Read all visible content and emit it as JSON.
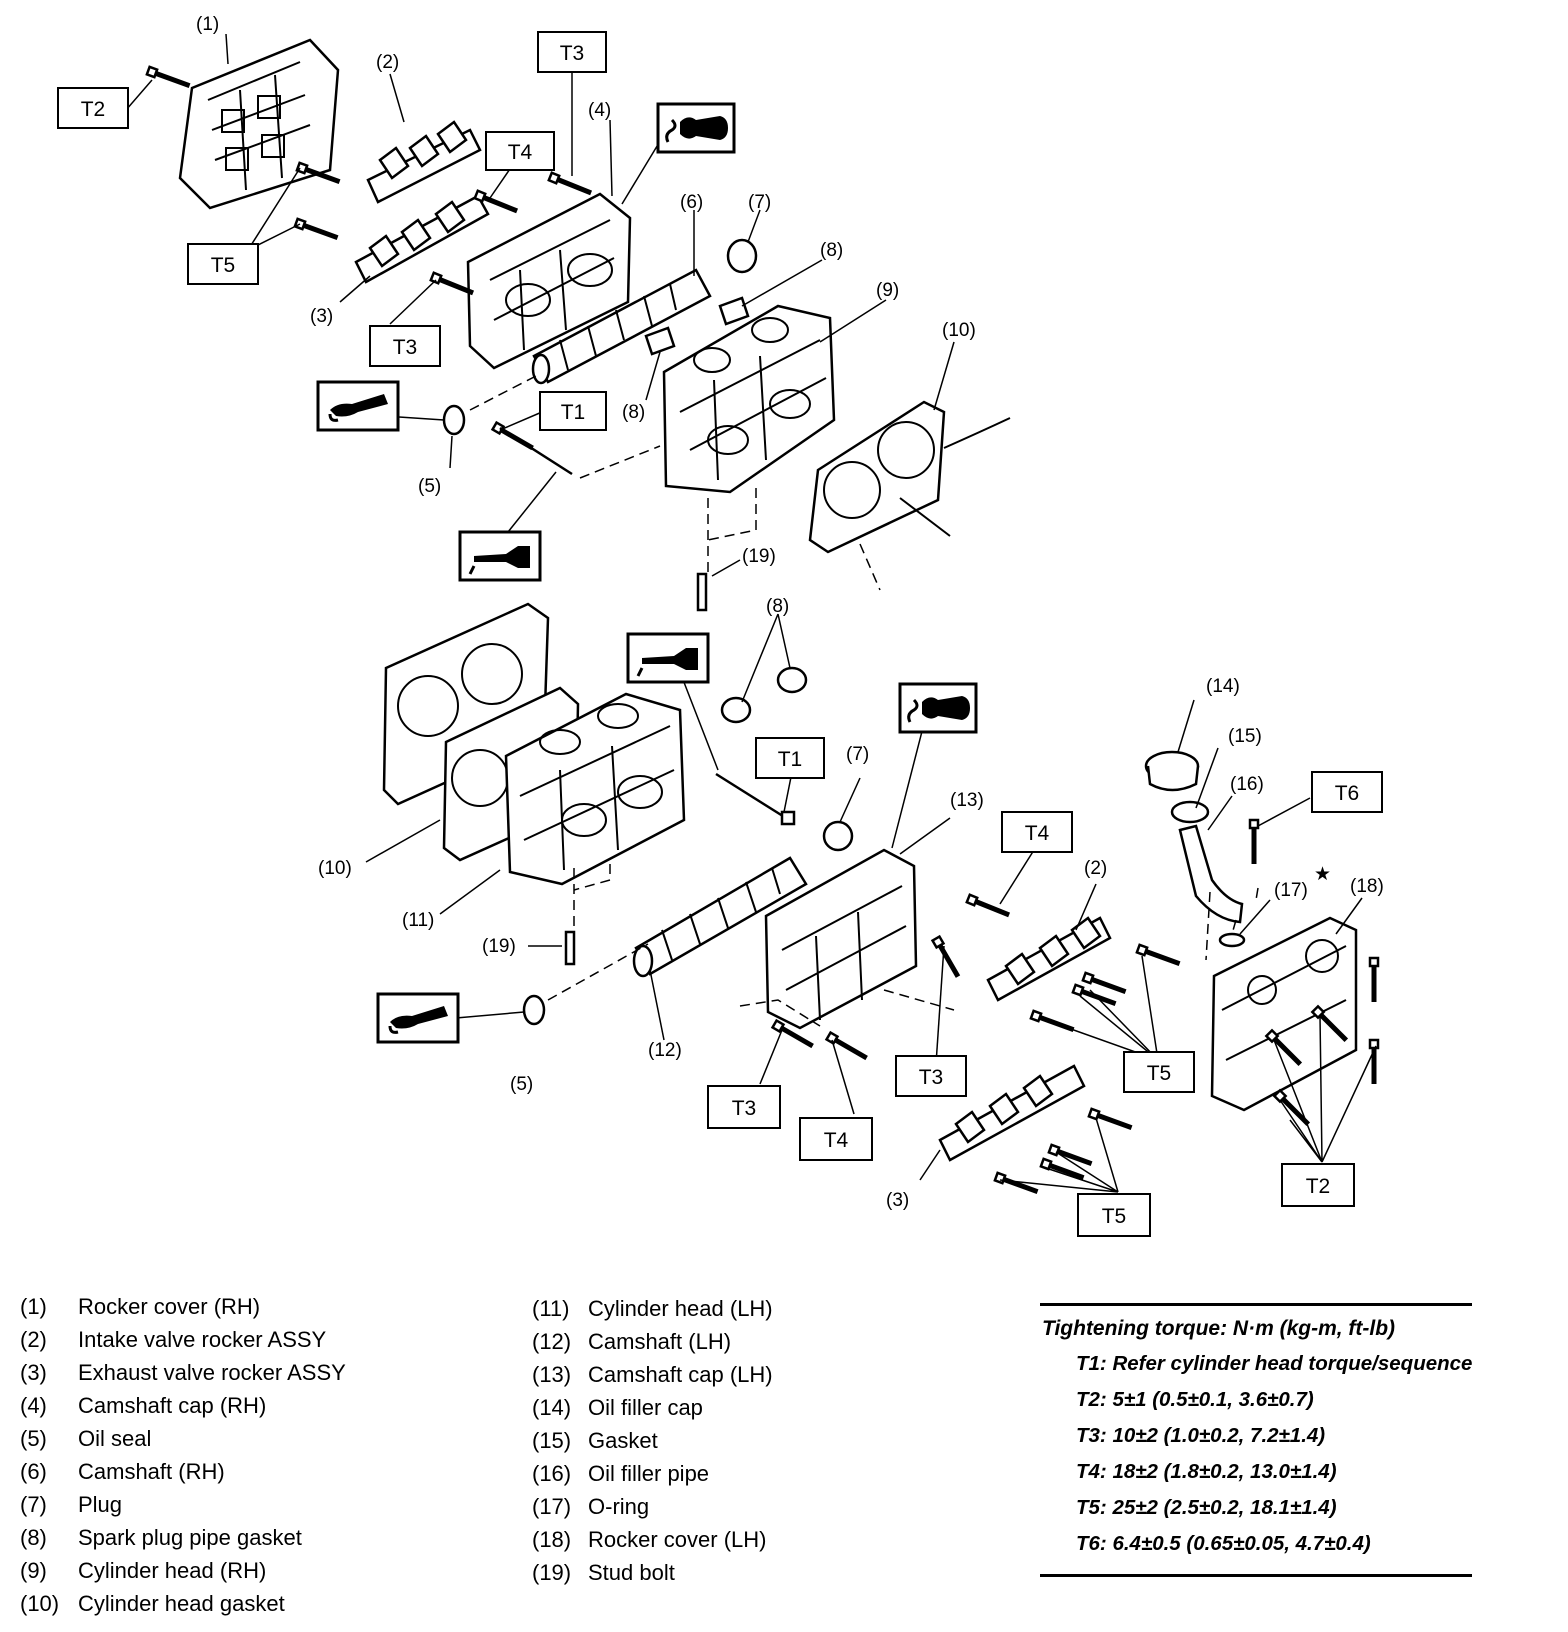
{
  "callouts": {
    "c1": "(1)",
    "c2_top": "(2)",
    "c3_top": "(3)",
    "c4": "(4)",
    "c5_top": "(5)",
    "c6": "(6)",
    "c7_top": "(7)",
    "c8_top": "(8)",
    "c8_mid": "(8)",
    "c8_low": "(8)",
    "c9": "(9)",
    "c10_top": "(10)",
    "c19_top": "(19)",
    "c10_low": "(10)",
    "c11": "(11)",
    "c19_low": "(19)",
    "c7_low": "(7)",
    "c13": "(13)",
    "c12": "(12)",
    "c5_low": "(5)",
    "c2_low": "(2)",
    "c3_low": "(3)",
    "c14": "(14)",
    "c15": "(15)",
    "c16": "(16)",
    "c17": "(17)",
    "c17_star": "★",
    "c18": "(18)"
  },
  "torque_labels": {
    "t2_top": "T2",
    "t3_top": "T3",
    "t4_top": "T4",
    "t5_top": "T5",
    "t3_mid": "T3",
    "t1_top": "T1",
    "t1_low": "T1",
    "t6": "T6",
    "t4_right": "T4",
    "t2_low": "T2",
    "t5_right": "T5",
    "t3_low_a": "T3",
    "t3_low_b": "T3",
    "t4_low": "T4",
    "t5_low": "T5"
  },
  "icons": [
    "sealant-tube-icon",
    "oil-can-icon",
    "grease-gun-icon"
  ],
  "parts_legend_left": [
    {
      "num": "(1)",
      "name": "Rocker cover (RH)"
    },
    {
      "num": "(2)",
      "name": "Intake valve rocker ASSY"
    },
    {
      "num": "(3)",
      "name": "Exhaust valve rocker ASSY"
    },
    {
      "num": "(4)",
      "name": "Camshaft cap (RH)"
    },
    {
      "num": "(5)",
      "name": "Oil seal"
    },
    {
      "num": "(6)",
      "name": "Camshaft (RH)"
    },
    {
      "num": "(7)",
      "name": "Plug"
    },
    {
      "num": "(8)",
      "name": "Spark plug pipe gasket"
    },
    {
      "num": "(9)",
      "name": "Cylinder head (RH)"
    },
    {
      "num": "(10)",
      "name": "Cylinder head gasket"
    }
  ],
  "parts_legend_right": [
    {
      "num": "(11)",
      "name": "Cylinder head (LH)"
    },
    {
      "num": "(12)",
      "name": "Camshaft (LH)"
    },
    {
      "num": "(13)",
      "name": "Camshaft cap (LH)"
    },
    {
      "num": "(14)",
      "name": "Oil filler cap"
    },
    {
      "num": "(15)",
      "name": "Gasket"
    },
    {
      "num": "(16)",
      "name": "Oil filler pipe"
    },
    {
      "num": "(17)",
      "name": "O-ring"
    },
    {
      "num": "(18)",
      "name": "Rocker cover (LH)"
    },
    {
      "num": "(19)",
      "name": "Stud bolt"
    }
  ],
  "torque_spec": {
    "heading": "Tightening torque: N·m (kg-m, ft-lb)",
    "rows": [
      "T1: Refer cylinder head torque/sequence",
      "T2: 5±1 (0.5±0.1, 3.6±0.7)",
      "T3: 10±2 (1.0±0.2, 7.2±1.4)",
      "T4: 18±2 (1.8±0.2, 13.0±1.4)",
      "T5: 25±2 (2.5±0.2, 18.1±1.4)",
      "T6: 6.4±0.5 (0.65±0.05, 4.7±0.4)"
    ]
  }
}
